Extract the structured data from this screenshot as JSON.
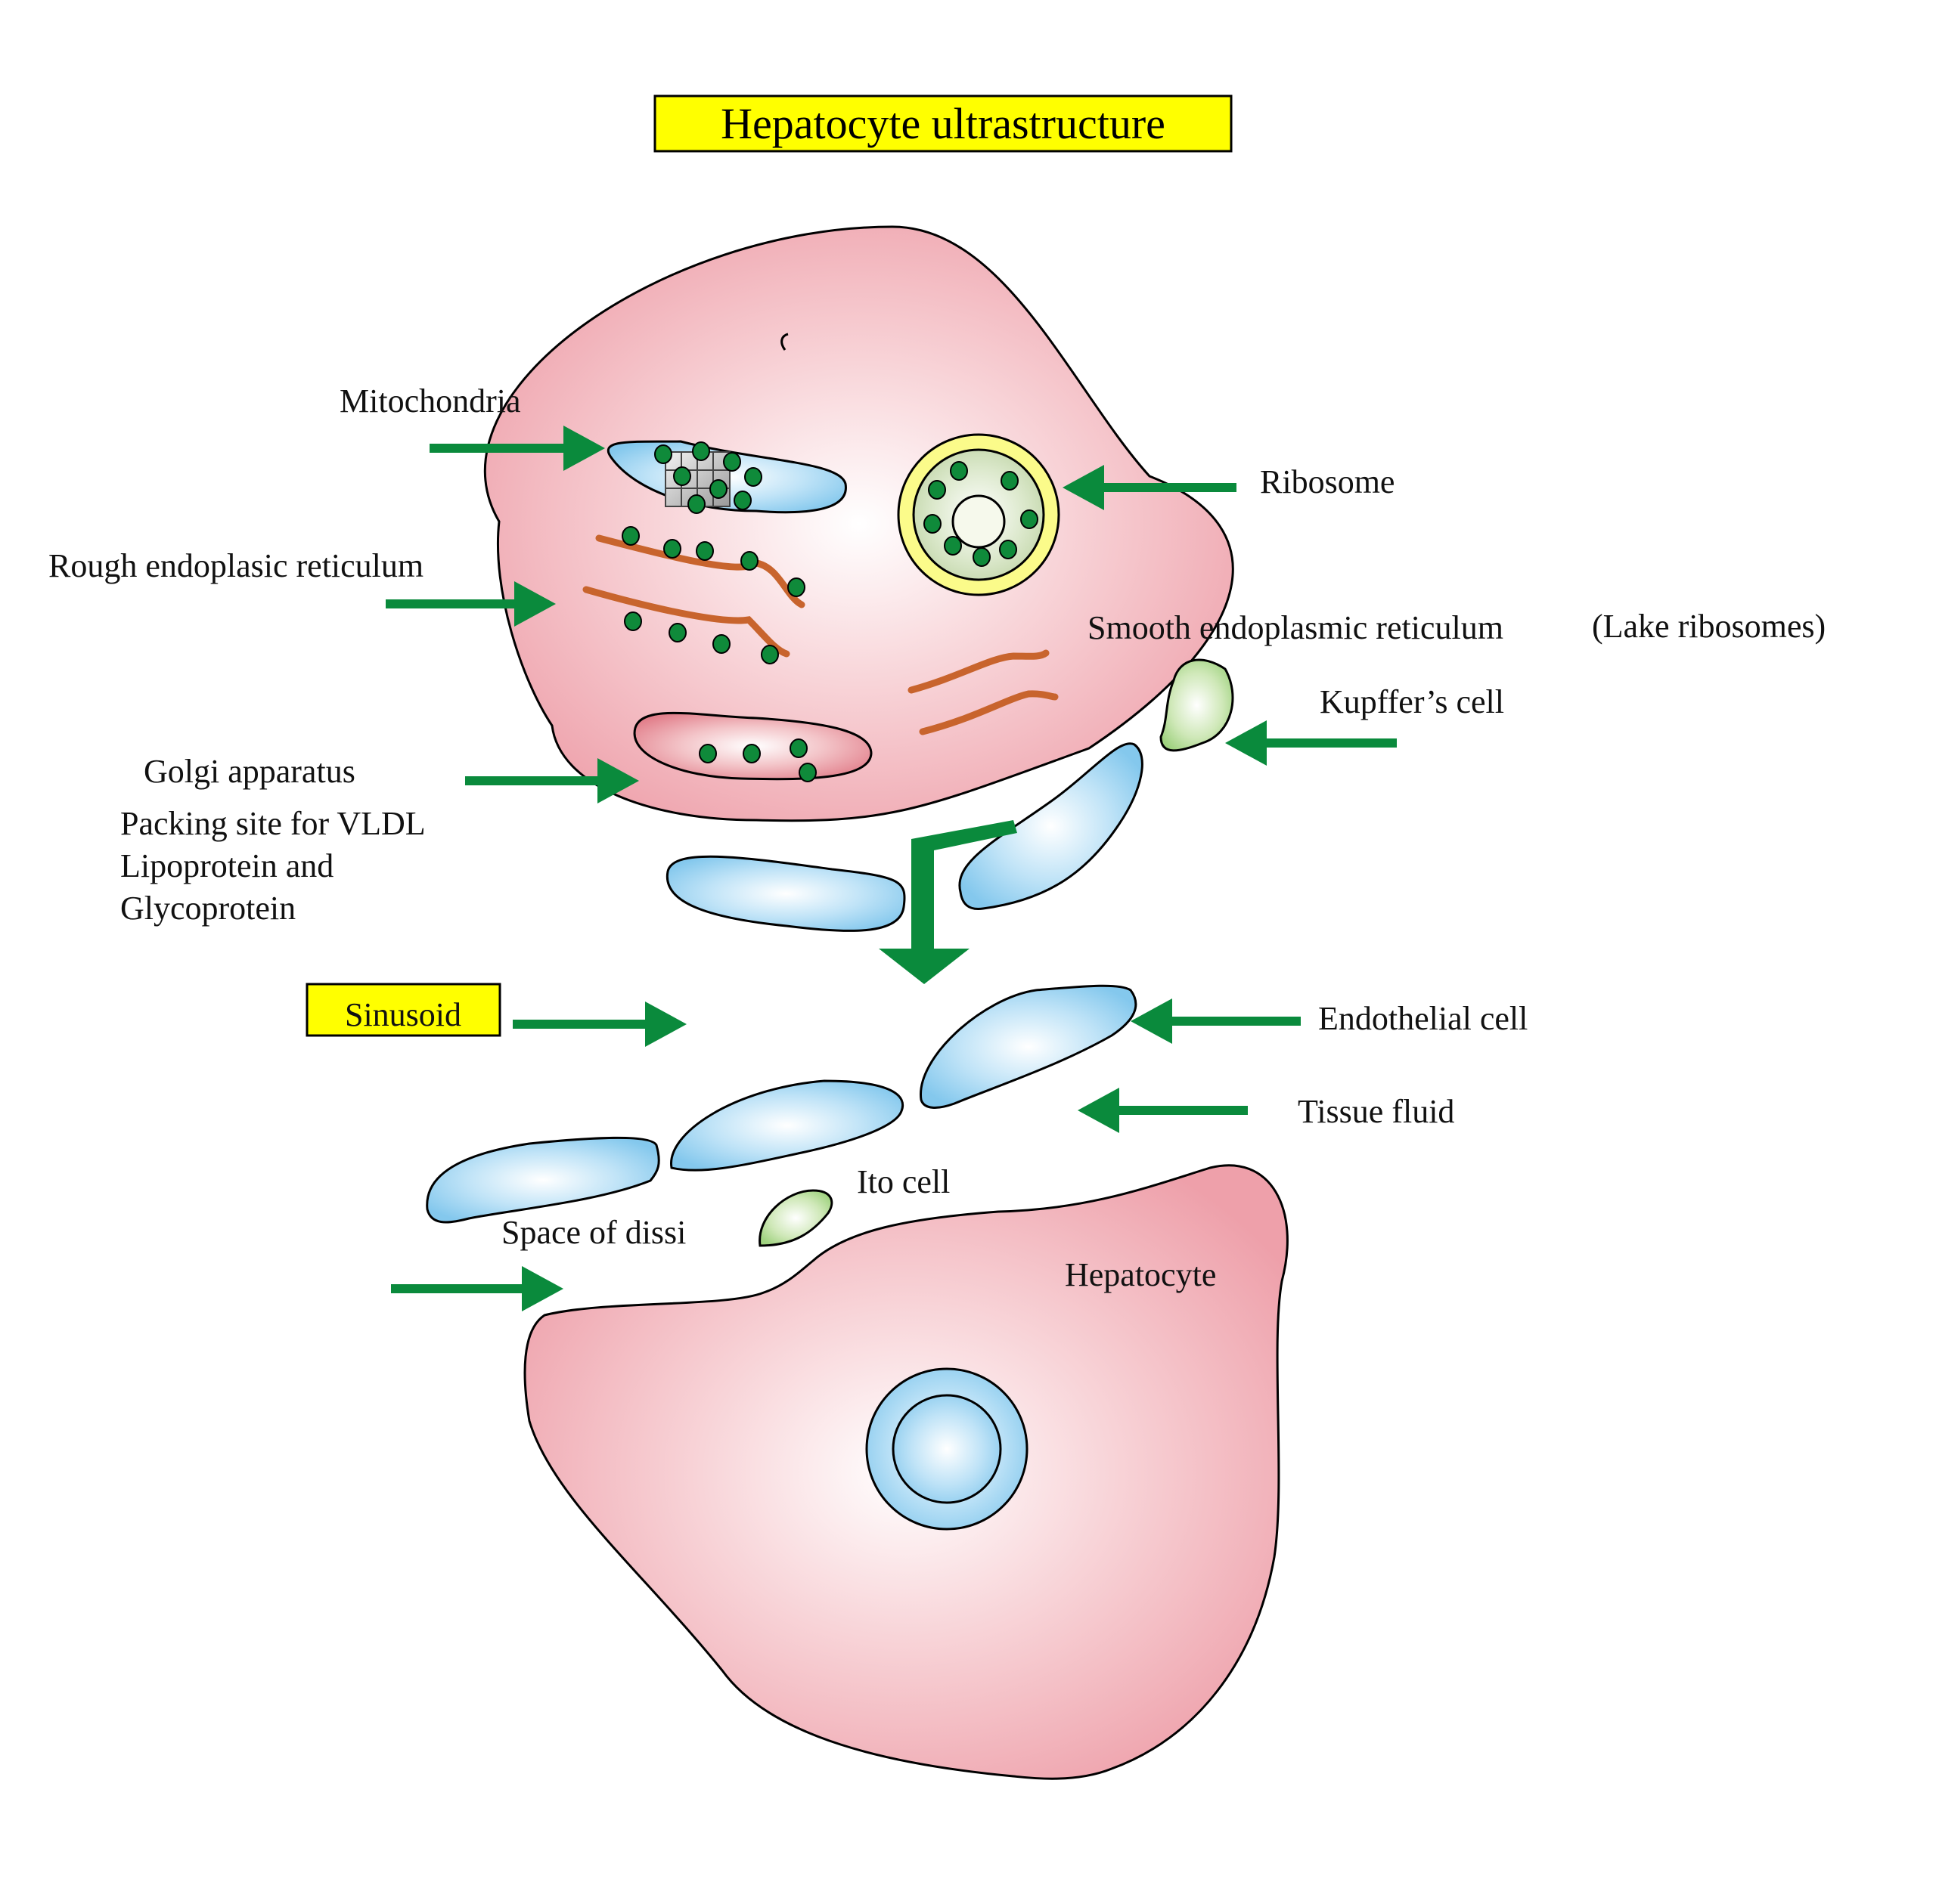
{
  "title": "Hepatocyte ultrastructure",
  "labels": {
    "mitochondria": "Mitochondria",
    "ribosome": "Ribosome",
    "rough_er": "Rough endoplasic reticulum",
    "smooth_er": "Smooth endoplasmic reticulum",
    "lake_ribosomes": "(Lake ribosomes)",
    "kupffer_cell": "Kupffer’s cell",
    "golgi_apparatus": "Golgi apparatus",
    "golgi_desc_line1": "Packing site for VLDL",
    "golgi_desc_line2": "Lipoprotein and",
    "golgi_desc_line3": "Glycoprotein",
    "sinusoid": "Sinusoid",
    "endothelial_cell": "Endothelial cell",
    "tissue_fluid": "Tissue fluid",
    "ito_cell": "Ito cell",
    "space_of_dissi": "Space of dissi",
    "hepatocyte": "Hepatocyte"
  },
  "colors": {
    "cell_fill": "#f0a4ae",
    "arrow": "#0a8a3c",
    "highlight_box": "#ffff00",
    "endothelial_fill": "#8fcfef",
    "granule": "#0f8a3a",
    "er_strand": "#c8642d",
    "kupffer_fill": "#a8d48c"
  }
}
